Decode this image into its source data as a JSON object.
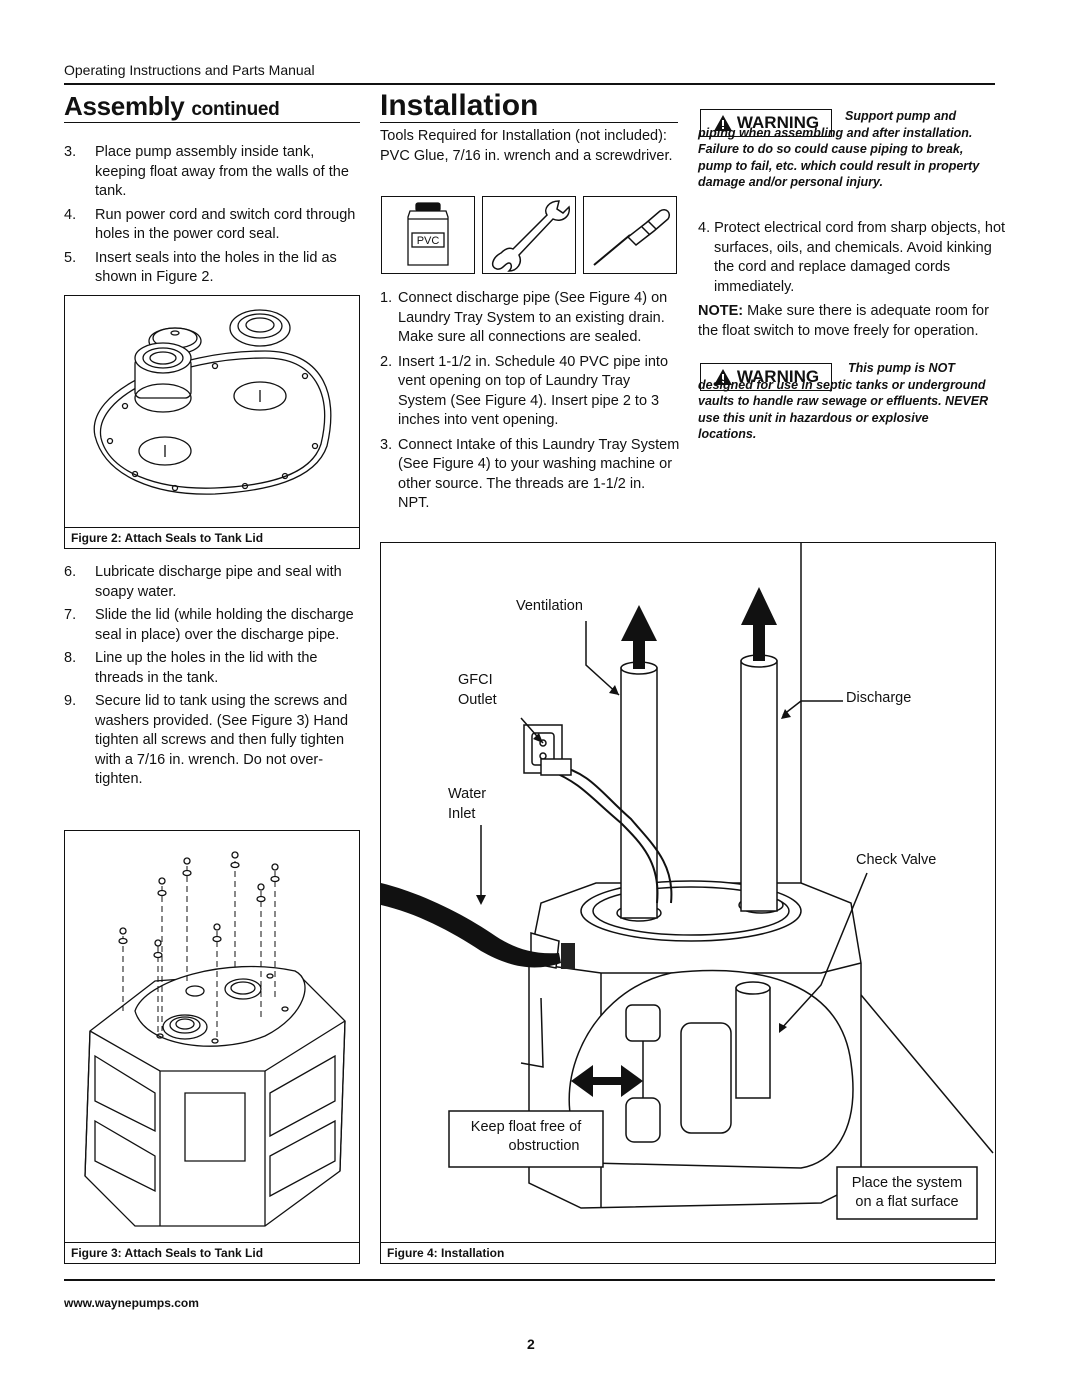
{
  "header": {
    "manual_title": "Operating Instructions and Parts Manual"
  },
  "assembly": {
    "title": "Assembly",
    "title_suffix": "continued",
    "steps_a": [
      {
        "num": "3.",
        "text": "Place pump assembly inside tank, keeping float away from the walls of the tank."
      },
      {
        "num": "4.",
        "text": "Run power cord and switch cord through holes in the power cord seal."
      },
      {
        "num": "5.",
        "text": "Insert seals into the holes in the lid as shown in Figure 2."
      }
    ],
    "figure2_caption": "Figure 2: Attach Seals to Tank Lid",
    "steps_b": [
      {
        "num": "6.",
        "text": "Lubricate discharge pipe and seal with soapy water."
      },
      {
        "num": "7.",
        "text": "Slide the lid (while holding the discharge seal in place) over the discharge pipe."
      },
      {
        "num": "8.",
        "text": "Line up the holes in the lid with the threads in the tank."
      },
      {
        "num": "9.",
        "text": "Secure lid to tank using the screws and washers provided. (See Figure 3) Hand tighten all screws and then fully tighten with a 7/16 in. wrench. Do not over-tighten."
      }
    ],
    "figure3_caption": "Figure 3: Attach Seals to Tank Lid"
  },
  "installation": {
    "title": "Installation",
    "tools_text": "Tools Required for Installation (not included): PVC Glue, 7/16 in. wrench and a screwdriver.",
    "pvc_label": "PVC",
    "steps": [
      {
        "num": "1.",
        "text": "Connect discharge pipe (See Figure 4) on Laundry Tray System to an existing drain. Make sure all connections are sealed."
      },
      {
        "num": "2.",
        "text": "Insert 1-1/2 in. Schedule 40 PVC pipe into vent opening on top of Laundry Tray System (See Figure 4). Insert pipe 2 to 3 inches into vent opening."
      },
      {
        "num": "3.",
        "text": "Connect Intake of this Laundry Tray System (See Figure 4) to your washing machine or other source. The threads are 1-1/2 in. NPT."
      }
    ],
    "figure4": {
      "caption": "Figure 4: Installation",
      "labels": {
        "ventilation": "Ventilation",
        "gfci": "GFCI",
        "outlet": "Outlet",
        "discharge": "Discharge",
        "water": "Water",
        "inlet": "Inlet",
        "check_valve": "Check Valve",
        "keep_float_1": "Keep float free of",
        "keep_float_2": "obstruction",
        "flat_surface_1": "Place the system",
        "flat_surface_2": "on a flat surface"
      }
    }
  },
  "right_column": {
    "warning_word": "WARNING",
    "warning1": "Support pump and piping when assembling and after installation. Failure to do so could cause piping to break, pump to fail, etc. which could result in property damage and/or personal injury.",
    "step4_num": "4.",
    "step4": "Protect electrical cord from sharp objects, hot surfaces, oils, and chemicals. Avoid kinking the cord and replace damaged cords immediately.",
    "note_label": "NOTE:",
    "note_text": " Make sure there is adequate room for the float switch to move freely for operation.",
    "warning2": "This pump is NOT designed for use in septic tanks or underground vaults to handle raw sewage or effluents. NEVER use this unit in hazardous or explosive locations."
  },
  "footer": {
    "url": "www.waynepumps.com",
    "page_number": "2"
  }
}
